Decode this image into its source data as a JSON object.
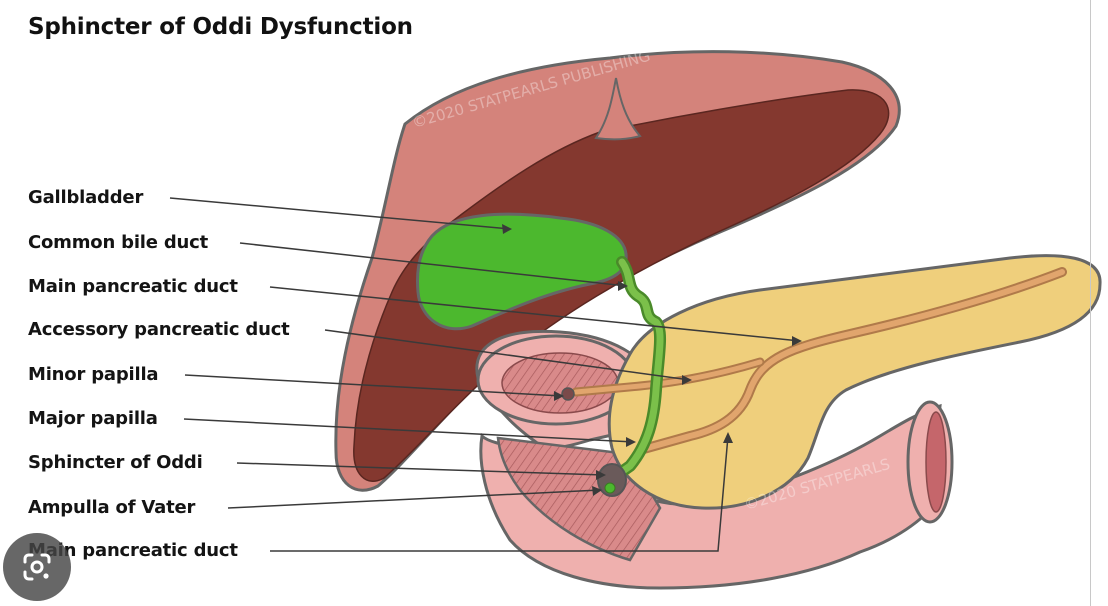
{
  "title": "Sphincter of Oddi Dysfunction",
  "labels": [
    "Gallbladder",
    "Common bile duct",
    "Main pancreatic duct",
    "Accessory pancreatic duct",
    "Minor papilla",
    "Major papilla",
    "Sphincter of Oddi",
    "Ampulla of Vater",
    "Main pancreatic duct"
  ],
  "watermarks": [
    "©2020 STATPEARLS PUBLISHING",
    "©2020 STATPEARLS"
  ],
  "overlay": {
    "icon": "google-lens-icon"
  },
  "colors": {
    "liver_outer": "#d4837b",
    "liver_inner": "#84382f",
    "gallbladder": "#4cb82e",
    "pancreas": "#efcf7c",
    "pancreatic_duct": "#e1a56d",
    "duodenum": "#efb0ae",
    "outline": "#666666"
  }
}
